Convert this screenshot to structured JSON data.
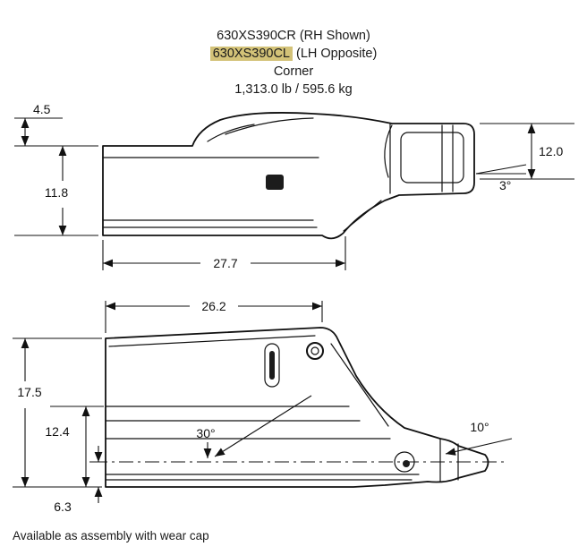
{
  "colors": {
    "line": "#111111",
    "text": "#1a1a1a",
    "highlight": "#d3c278",
    "background": "#ffffff"
  },
  "title": {
    "line1": "630XS390CR (RH Shown)",
    "line2_highlight": "630XS390CL",
    "line2_rest": " (LH Opposite)",
    "line3": "Corner",
    "weight": "1,313.0 lb / 595.6 kg"
  },
  "top_view": {
    "dims": {
      "upper_height": "4.5",
      "body_height": "11.8",
      "length": "27.7",
      "nose_height": "12.0",
      "nose_angle": "3°"
    }
  },
  "bottom_view": {
    "dims": {
      "length": "26.2",
      "overall_height": "17.5",
      "mid_height": "12.4",
      "base_height": "6.3",
      "face_angle": "30°",
      "tip_angle": "10°"
    }
  },
  "footer": "Available as assembly with wear cap"
}
